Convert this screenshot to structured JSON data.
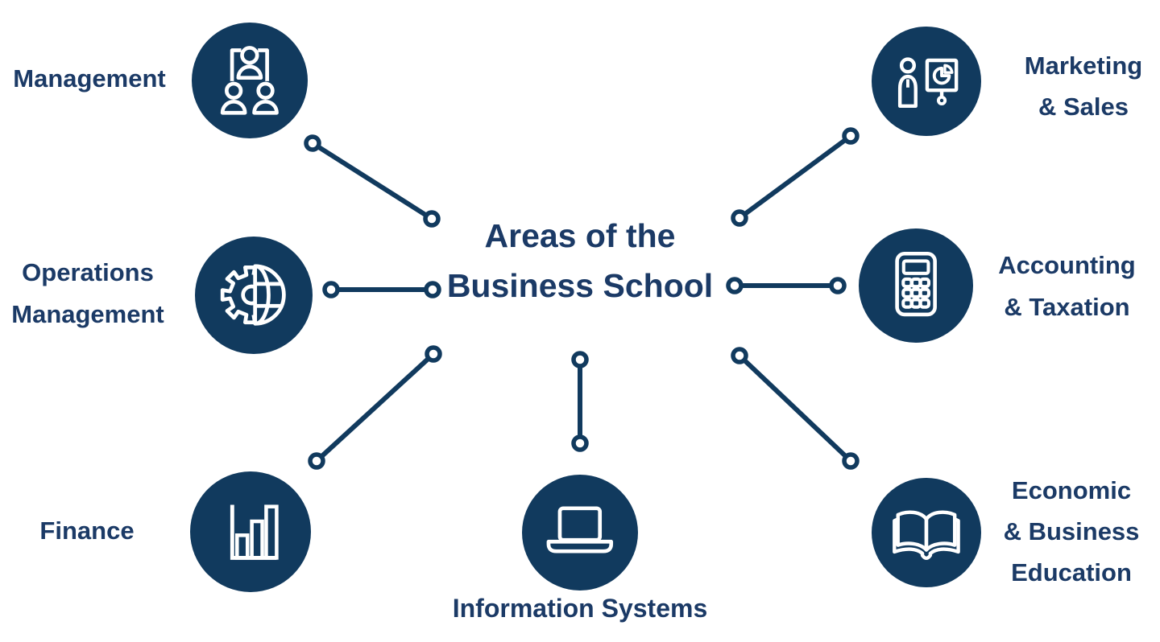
{
  "title": "Areas of the\nBusiness School",
  "colors": {
    "navy": "#113a5e",
    "text_navy": "#1b3a66",
    "background": "#ffffff",
    "icon_stroke": "#ffffff"
  },
  "nodes": [
    {
      "label": "Management",
      "icon": "org-chart-icon",
      "position": "top-left"
    },
    {
      "label": "Operations\nManagement",
      "icon": "gear-globe-icon",
      "position": "middle-left"
    },
    {
      "label": "Finance",
      "icon": "bar-chart-icon",
      "position": "bottom-left"
    },
    {
      "label": "Information Systems",
      "icon": "laptop-icon",
      "position": "bottom-center"
    },
    {
      "label": "Marketing\n& Sales",
      "icon": "presentation-pie-icon",
      "position": "top-right"
    },
    {
      "label": "Accounting\n& Taxation",
      "icon": "calculator-icon",
      "position": "middle-right"
    },
    {
      "label": "Economic\n& Business\nEducation",
      "icon": "open-book-icon",
      "position": "bottom-right"
    }
  ]
}
